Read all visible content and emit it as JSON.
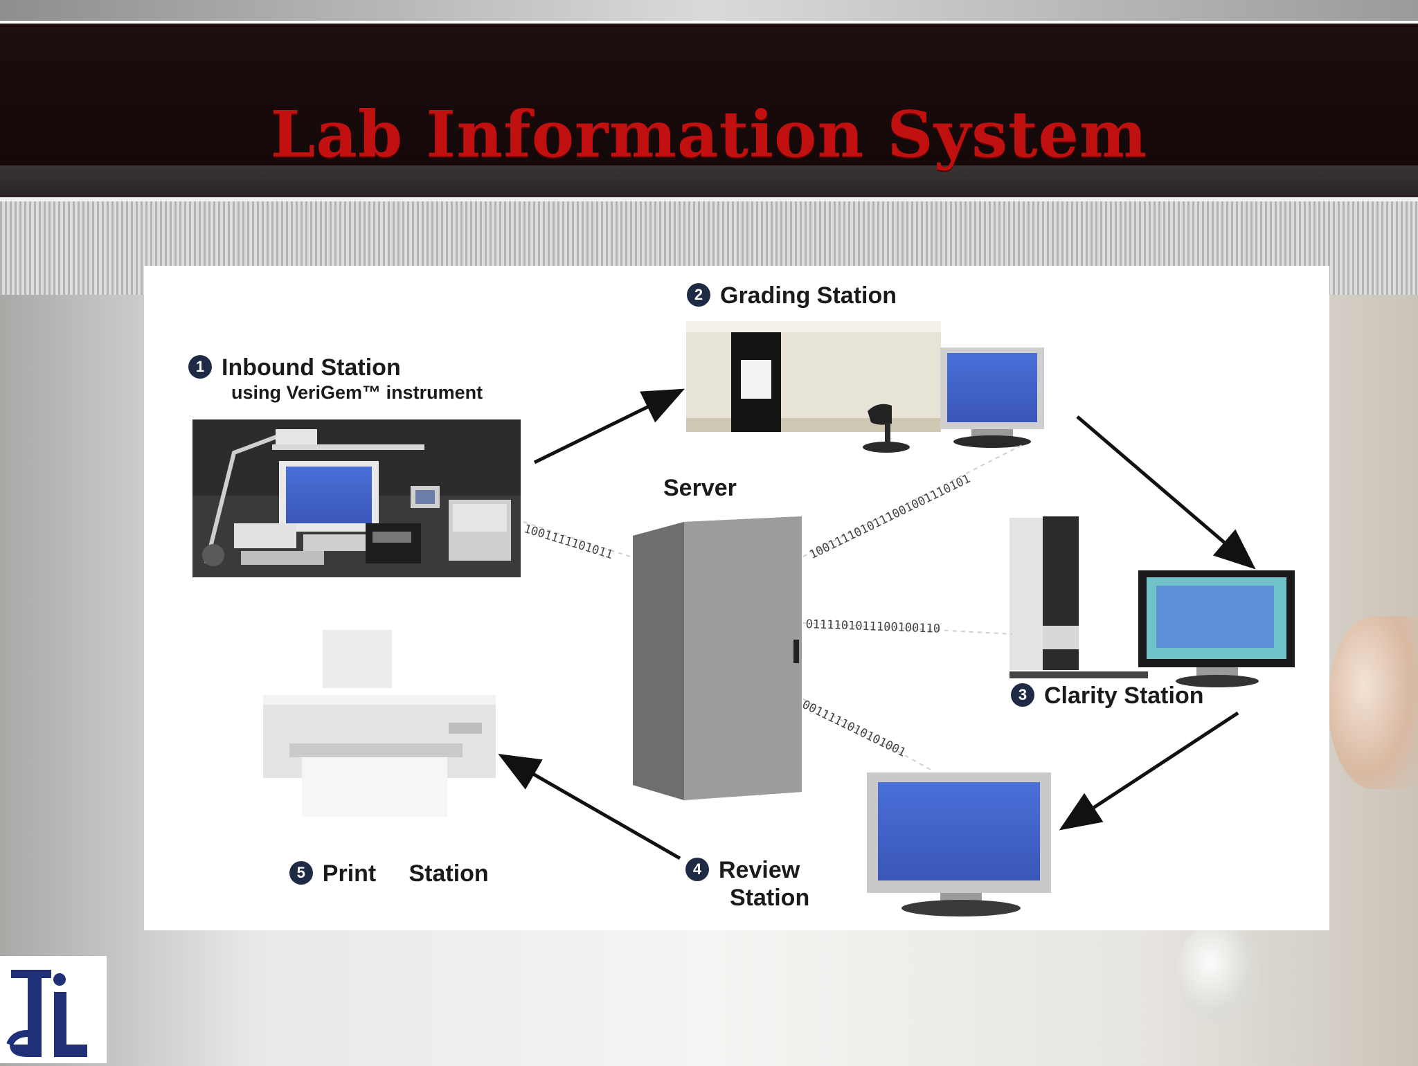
{
  "slide": {
    "title": "Lab Information System"
  },
  "stations": {
    "inbound": {
      "number": "1",
      "name": "Inbound Station",
      "subtitle": "using VeriGem™ instrument"
    },
    "grading": {
      "number": "2",
      "name": "Grading Station"
    },
    "clarity": {
      "number": "3",
      "name": "Clarity Station"
    },
    "review": {
      "number": "4",
      "name_line1": "Review",
      "name_line2": "Station"
    },
    "print": {
      "number": "5",
      "name": "Print     Station"
    },
    "server": {
      "name": "Server"
    }
  },
  "data_streams": {
    "inbound_link": "1001111101011",
    "grading_link": "1001111010111001001110101",
    "clarity_link": "0111101011100100110",
    "review_link": "0011111010101001"
  },
  "logo": {
    "text": "JIL"
  }
}
